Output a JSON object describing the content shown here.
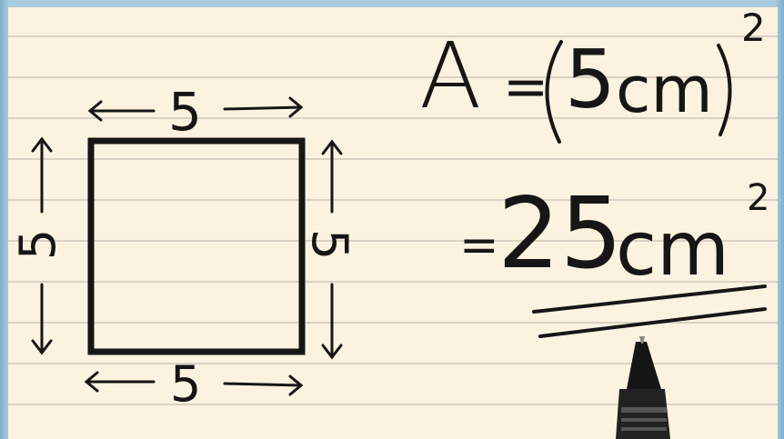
{
  "square": {
    "top_label": "5",
    "bottom_label": "5",
    "left_label": "5",
    "right_label": "5"
  },
  "equation": {
    "line1": {
      "lhs": "A",
      "equals": "=",
      "value": "5",
      "unit": "cm",
      "exponent": "2"
    },
    "line2": {
      "equals": "=",
      "value": "25",
      "unit": "cm",
      "exponent": "2"
    }
  },
  "colors": {
    "ink": "#161616",
    "paper": "#fbf3df",
    "rule": "#d9d2c4",
    "frame": "#a9cce0"
  }
}
